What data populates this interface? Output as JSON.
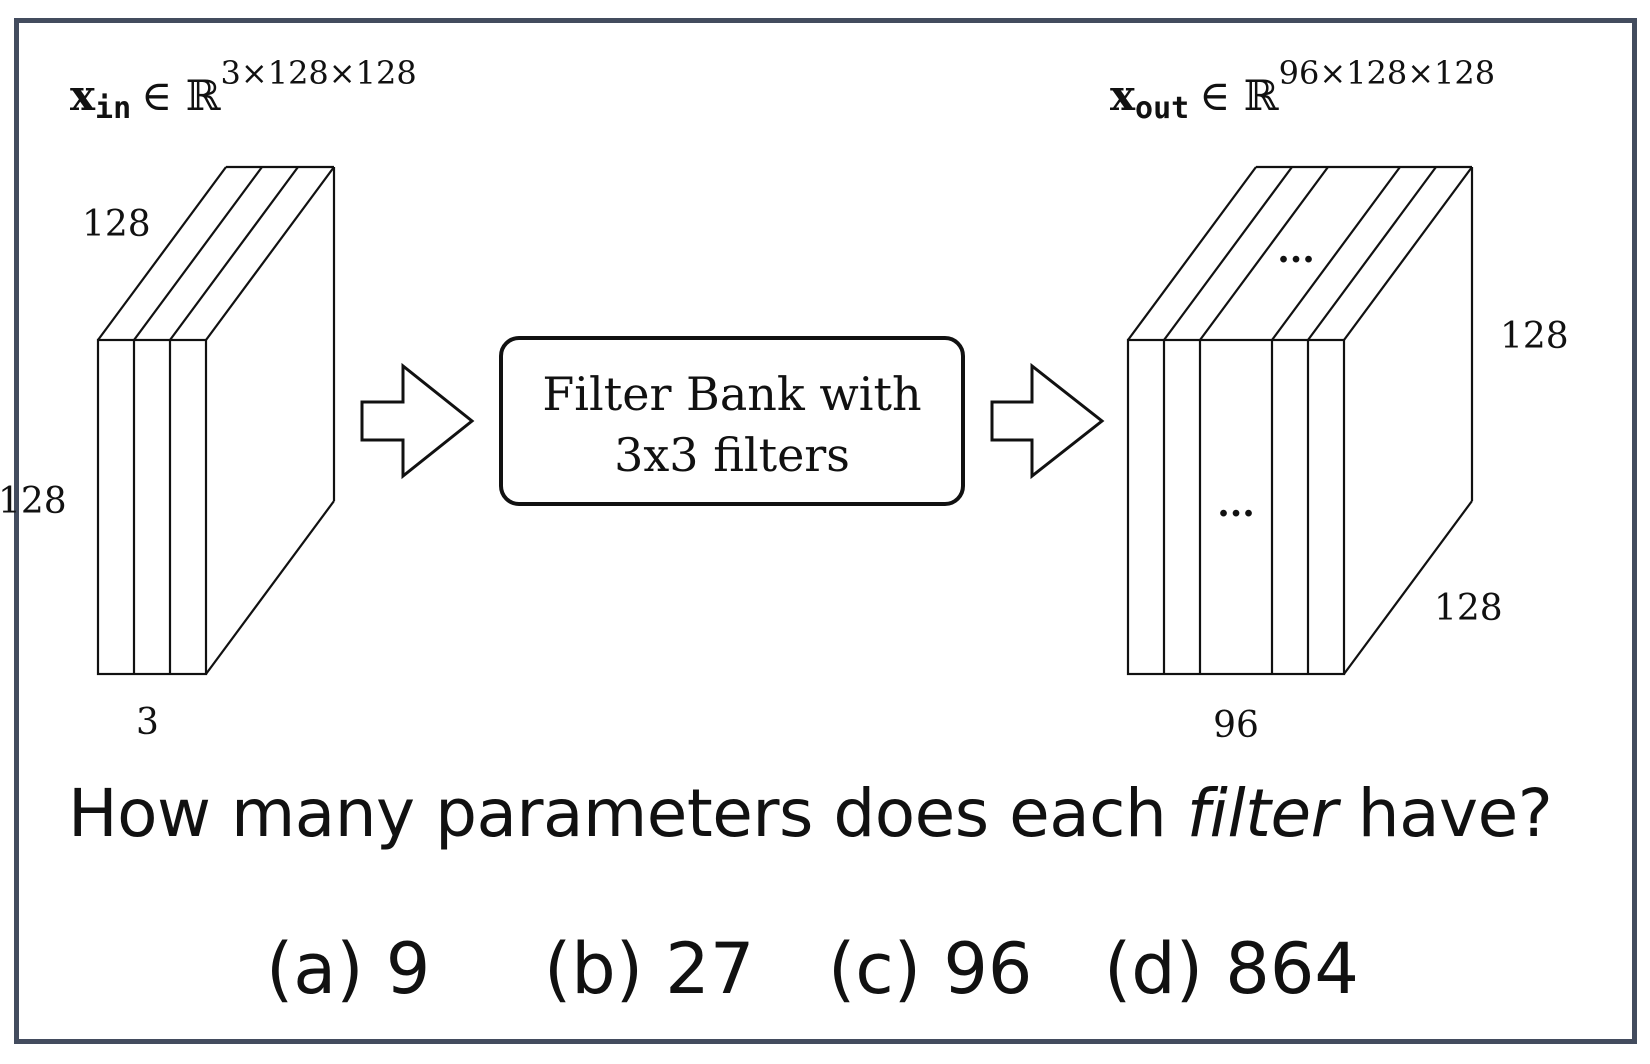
{
  "input_label": {
    "symbol": "x",
    "subscript": "in",
    "set": "∈ ℝ",
    "superscript": "3×128×128"
  },
  "output_label": {
    "symbol": "x",
    "subscript": "out",
    "set": "∈ ℝ",
    "superscript": "96×128×128"
  },
  "input_block": {
    "depth_label": "128",
    "height_label": "128",
    "channels_label": "3"
  },
  "output_block": {
    "height_label": "128",
    "depth_label": "128",
    "channels_label": "96",
    "ellipsis_top": "...",
    "ellipsis_front": "..."
  },
  "filter_box": {
    "line1": "Filter Bank with",
    "line2": "3x3 filters"
  },
  "question": {
    "before": "How many parameters does each ",
    "emphasis": "filter",
    "after": " have?"
  },
  "options": [
    "(a) 9",
    "(b) 27",
    "(c) 96",
    "(d) 864"
  ],
  "colors": {
    "frame": "#434c5e",
    "ink": "#111111"
  }
}
